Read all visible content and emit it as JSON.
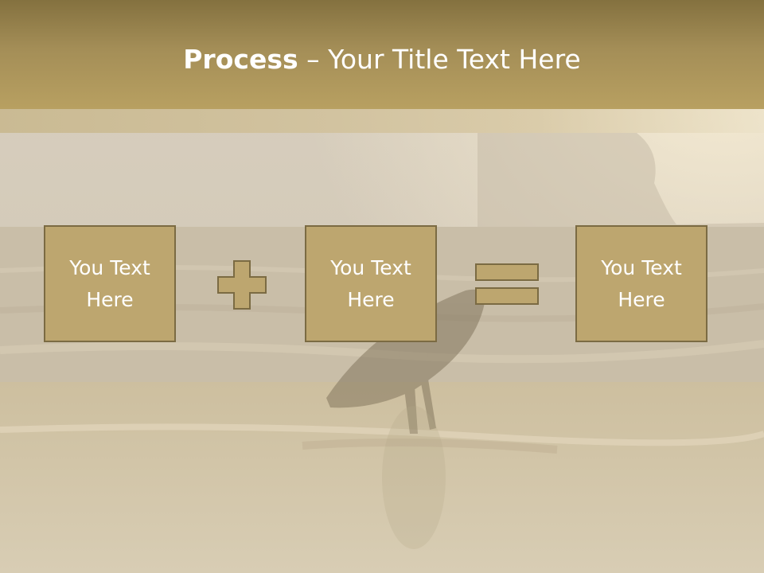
{
  "title": {
    "strong": "Process",
    "rest": " – Your Title Text Here"
  },
  "boxes": [
    {
      "text": "You Text Here"
    },
    {
      "text": "You Text Here"
    },
    {
      "text": "You Text Here"
    }
  ],
  "operators": [
    "plus-icon",
    "equals-icon"
  ],
  "colors": {
    "header": "#a48e57",
    "box_fill": "#bda66f",
    "box_border": "#7b6b43",
    "text": "#ffffff"
  }
}
